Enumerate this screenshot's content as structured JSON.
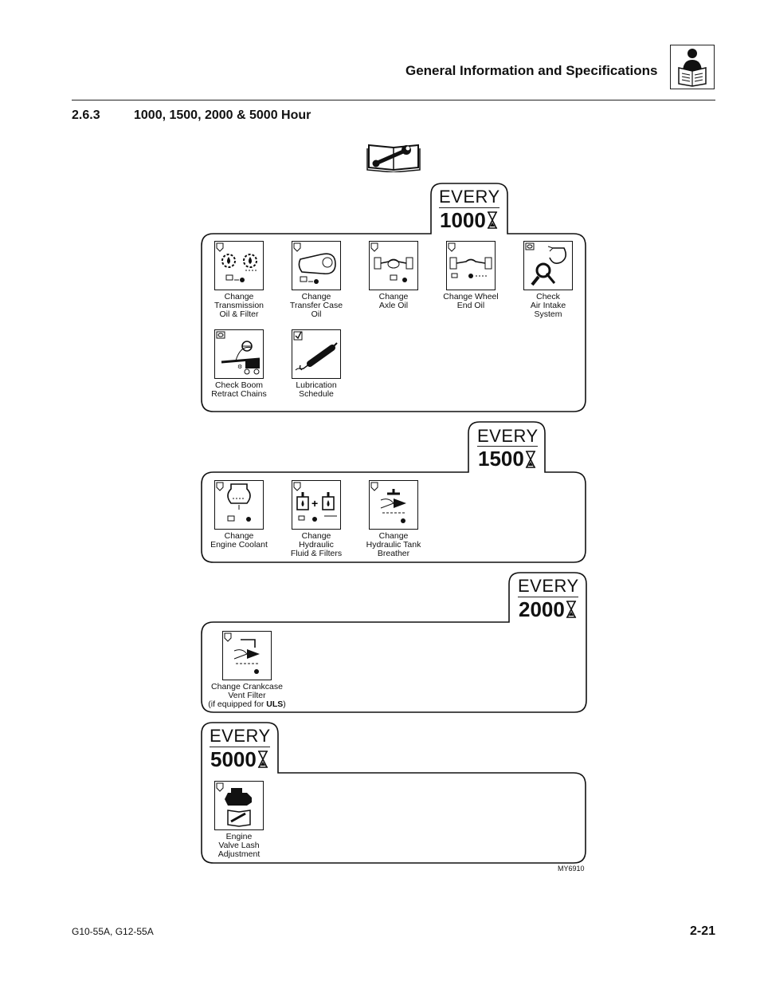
{
  "header": {
    "title": "General Information and Specifications",
    "icon": "operator-manual-reader-icon"
  },
  "section": {
    "number": "2.6.3",
    "title": "1000, 1500, 2000 & 5000 Hour"
  },
  "intervals": [
    {
      "every": "EVERY",
      "hours": "1000",
      "tasks": [
        {
          "label": "Change Transmission Oil & Filter",
          "lines": [
            "Change",
            "Transmission",
            "Oil & Filter"
          ],
          "icon": "transmission-oil-filter-icon"
        },
        {
          "label": "Change Transfer Case Oil",
          "lines": [
            "Change",
            "Transfer Case",
            "Oil"
          ],
          "icon": "transfer-case-oil-icon"
        },
        {
          "label": "Change Axle Oil",
          "lines": [
            "Change",
            "Axle Oil"
          ],
          "icon": "axle-oil-icon"
        },
        {
          "label": "Change Wheel End Oil",
          "lines": [
            "Change Wheel",
            "End Oil"
          ],
          "icon": "wheel-end-oil-icon"
        },
        {
          "label": "Check Air Intake System",
          "lines": [
            "Check",
            "Air Intake",
            "System"
          ],
          "icon": "air-intake-icon"
        },
        {
          "label": "Check Boom Retract Chains",
          "lines": [
            "Check Boom",
            "Retract Chains"
          ],
          "icon": "boom-chain-icon"
        },
        {
          "label": "Lubrication Schedule",
          "lines": [
            "Lubrication",
            "Schedule"
          ],
          "icon": "grease-gun-icon"
        }
      ]
    },
    {
      "every": "EVERY",
      "hours": "1500",
      "tasks": [
        {
          "label": "Change Engine Coolant",
          "lines": [
            "Change",
            "Engine Coolant"
          ],
          "icon": "coolant-icon"
        },
        {
          "label": "Change Hydraulic Fluid & Filters",
          "lines": [
            "Change",
            "Hydraulic",
            "Fluid & Filters"
          ],
          "icon": "hydraulic-fluid-icon"
        },
        {
          "label": "Change Hydraulic Tank Breather",
          "lines": [
            "Change",
            "Hydraulic Tank",
            "Breather"
          ],
          "icon": "tank-breather-icon"
        }
      ]
    },
    {
      "every": "EVERY",
      "hours": "2000",
      "tasks": [
        {
          "label": "Change Crankcase Vent Filter (if equipped for ULS)",
          "lines": [
            "Change Crankcase",
            "Vent Filter"
          ],
          "note_prefix": "(if equipped for ",
          "note_bold": "ULS",
          "note_suffix": ")",
          "icon": "crankcase-vent-icon"
        }
      ]
    },
    {
      "every": "EVERY",
      "hours": "5000",
      "tasks": [
        {
          "label": "Engine Valve Lash Adjustment",
          "lines": [
            "Engine",
            "Valve Lash",
            "Adjustment"
          ],
          "icon": "engine-valve-icon"
        }
      ]
    }
  ],
  "figure_id": "MY6910",
  "footer": {
    "models": "G10-55A, G12-55A",
    "page": "2-21"
  }
}
